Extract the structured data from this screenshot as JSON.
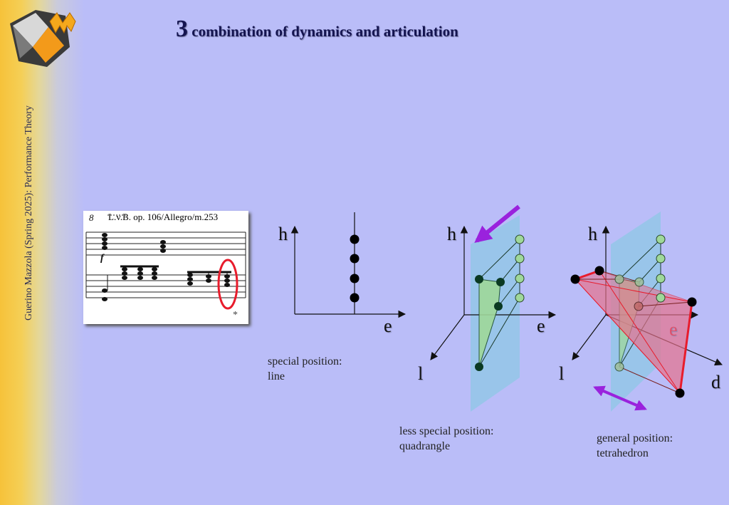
{
  "sidebar": {
    "text": "Guerino Mazzola (Spring 2025): Performance Theory"
  },
  "header": {
    "number": "3",
    "title": "combination of dynamics and articulation"
  },
  "score": {
    "caption": "L.v.B. op. 106/Allegro/m.253",
    "dynamic": "f",
    "octave": "8",
    "pedal_mark": "*"
  },
  "diagrams": [
    {
      "id": "line",
      "axes": [
        "h",
        "e"
      ],
      "caption_lines": [
        "special position:",
        "line"
      ]
    },
    {
      "id": "quadrangle",
      "axes": [
        "h",
        "e",
        "l"
      ],
      "caption_lines": [
        "less special position:",
        "quadrangle"
      ]
    },
    {
      "id": "tetrahedron",
      "axes": [
        "h",
        "e",
        "l",
        "d"
      ],
      "caption_lines": [
        "general position:",
        "tetrahedron"
      ]
    }
  ],
  "colors": {
    "plane": "#8ec8e6",
    "quadrangle": "#9fd89a",
    "tetrahedron": "#e8708a",
    "arrow": "#9a22dd",
    "highlight": "#e81c2c"
  }
}
